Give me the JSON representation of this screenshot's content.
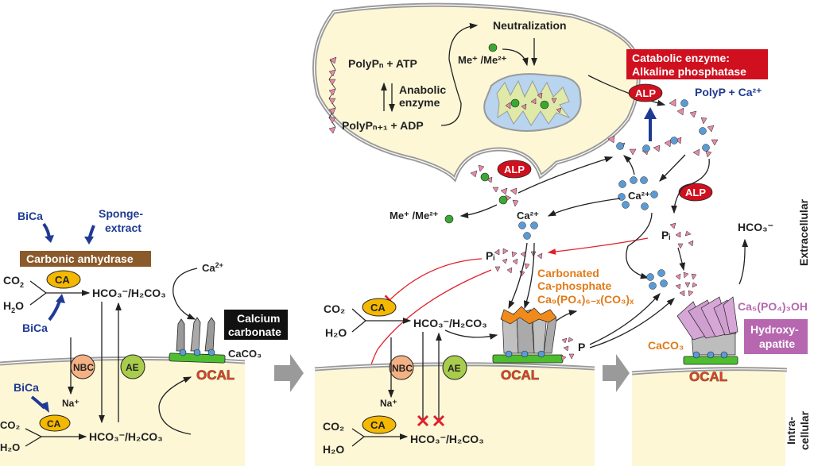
{
  "panels": {
    "left": {
      "bica_top": "BiCa",
      "sponge_extract_1": "Sponge-",
      "sponge_extract_2": "extract",
      "carbonic_anhydrase": "Carbonic anhydrase",
      "ca": "CA",
      "co2": "CO",
      "co2_sub": "2",
      "h2o_h": "H",
      "h2o_sub": "2",
      "h2o_o": "O",
      "bica_bottom": "BiCa",
      "hco3": "HCO₃⁻/H₂CO₃",
      "ca2": "Ca",
      "ca2_sup": "2+",
      "calcium_carbonate_1": "Calcium",
      "calcium_carbonate_2": "carbonate",
      "caco3": "CaCO₃",
      "nbc": "NBC",
      "ae": "AE",
      "ocal": "OCAL",
      "bica_intra": "BiCa",
      "na": "Na⁺",
      "ca_intra": "CA",
      "co2_intra": "CO₂",
      "h2o_intra": "H₂O",
      "hco3_intra": "HCO₃⁻/H₂CO₃"
    },
    "middle": {
      "polyp_atp": "PolyPₙ + ATP",
      "anabolic_1": "Anabolic",
      "anabolic_2": "enzyme",
      "polyp_adp": "PolyPₙ₊₁ + ADP",
      "neutralization": "Neutralization",
      "me_ions": "Me⁺ /Me²⁺",
      "alp_cell": "ALP",
      "me_ions_out": "Me⁺ /Me²⁺",
      "ca2_mid": "Ca²⁺",
      "pi_mid": "Pᵢ",
      "carbonated_1": "Carbonated",
      "carbonated_2": "Ca-phosphate",
      "carbonated_formula": "Ca₉(PO₄)₆₋ₓ(CO₃)ₓ",
      "ca": "CA",
      "co2": "CO₂",
      "h2o": "H₂O",
      "hco3": "HCO₃⁻/H₂CO₃",
      "nbc": "NBC",
      "ae": "AE",
      "ocal": "OCAL",
      "p": "P",
      "na": "Na⁺",
      "ca_intra": "CA",
      "co2_intra": "CO₂",
      "h2o_intra": "H₂O",
      "hco3_intra": "HCO₃⁻/H₂CO₃",
      "block_marks": "✕ ✕"
    },
    "right": {
      "catabolic_1": "Catabolic enzyme:",
      "catabolic_2": "Alkaline phosphatase",
      "alp_top": "ALP",
      "polyp_ca": "PolyP + Ca²⁺",
      "ca2": "Ca²⁺",
      "alp_mid": "ALP",
      "pi": "Pᵢ",
      "hco3": "HCO₃⁻",
      "hydroxyapatite_formula": "Ca₅(PO₄)₃OH",
      "hydroxy_1": "Hydroxy-",
      "hydroxy_2": "apatite",
      "caco3": "CaCO₃",
      "ocal": "OCAL",
      "extracellular": "Extracellular",
      "intra_1": "Intra-",
      "intra_2": "cellular"
    }
  },
  "colors": {
    "cytoplasm": "#fdf7d6",
    "membrane": "#9a9a9a",
    "ca_enzyme": "#f5b800",
    "nbc": "#f4b183",
    "ae": "#a8cc4c",
    "alp": "#d0101e",
    "carbonic_anhydrase_box": "#8b5a2b",
    "catabolic_box": "#d0101e",
    "hydroxyapatite_box": "#b667b0",
    "calcium_carbonate_box": "#111111",
    "polyp_triangle": "#e78aa8",
    "ca_ion": "#5b9bd5",
    "me_ion": "#3aa832",
    "mito_outer": "#b8d4ee",
    "mito_inner": "#dfe9a8"
  }
}
